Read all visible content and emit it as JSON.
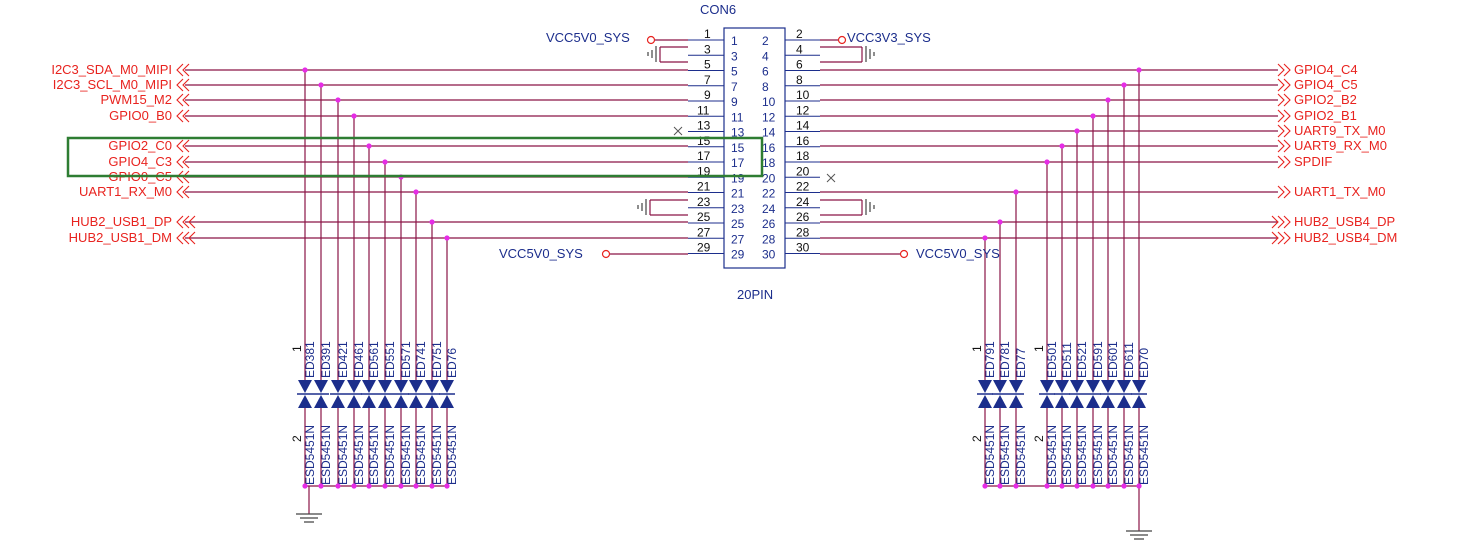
{
  "connector": {
    "ref": "CON6",
    "part": "20PIN",
    "inner_left": [
      "1",
      "3",
      "5",
      "7",
      "9",
      "11",
      "13",
      "15",
      "17",
      "19",
      "21",
      "23",
      "25",
      "27",
      "29"
    ],
    "inner_right": [
      "2",
      "4",
      "6",
      "8",
      "10",
      "12",
      "14",
      "16",
      "18",
      "20",
      "22",
      "24",
      "26",
      "28",
      "30"
    ],
    "outer_left": [
      "1",
      "3",
      "5",
      "7",
      "9",
      "11",
      "13",
      "15",
      "17",
      "19",
      "21",
      "23",
      "25",
      "27",
      "29"
    ],
    "outer_right": [
      "2",
      "4",
      "6",
      "8",
      "10",
      "12",
      "14",
      "16",
      "18",
      "20",
      "22",
      "24",
      "26",
      "28",
      "30"
    ]
  },
  "power": {
    "vcc5v0_top": "VCC5V0_SYS",
    "vcc3v3_top": "VCC3V3_SYS",
    "vcc5v0_bottom_left": "VCC5V0_SYS",
    "vcc5v0_bottom_right": "VCC5V0_SYS"
  },
  "left_nets": [
    "I2C3_SDA_M0_MIPI",
    "I2C3_SCL_M0_MIPI",
    "PWM15_M2",
    "GPIO0_B0",
    "GPIO2_C0",
    "GPIO4_C3",
    "GPIO0_C5",
    "UART1_RX_M0",
    "HUB2_USB1_DP",
    "HUB2_USB1_DM"
  ],
  "right_nets": [
    "GPIO4_C4",
    "GPIO4_C5",
    "GPIO2_B2",
    "GPIO2_B1",
    "UART9_TX_M0",
    "UART9_RX_M0",
    "SPDIF",
    "UART1_TX_M0",
    "HUB2_USB4_DP",
    "HUB2_USB4_DM"
  ],
  "esd_left": {
    "refs": [
      "ED381",
      "ED391",
      "ED421",
      "ED461",
      "ED561",
      "ED551",
      "ED571",
      "ED741",
      "ED751",
      "ED76"
    ],
    "part": "ESD5451N",
    "pin_top": "1",
    "pin_bottom": "2"
  },
  "esd_right": {
    "refs": [
      "ED791",
      "ED781",
      "ED77",
      "ED501",
      "ED511",
      "ED521",
      "ED591",
      "ED601",
      "ED611",
      "ED70"
    ],
    "part": "ESD5451N",
    "pin_top": "1",
    "pin_bottom": "2"
  },
  "colors": {
    "net_label": "#e8231f",
    "component": "#1c2e8c",
    "wire": "#8a1446",
    "junction": "#e62ce6",
    "highlight": "#2e7d32"
  }
}
